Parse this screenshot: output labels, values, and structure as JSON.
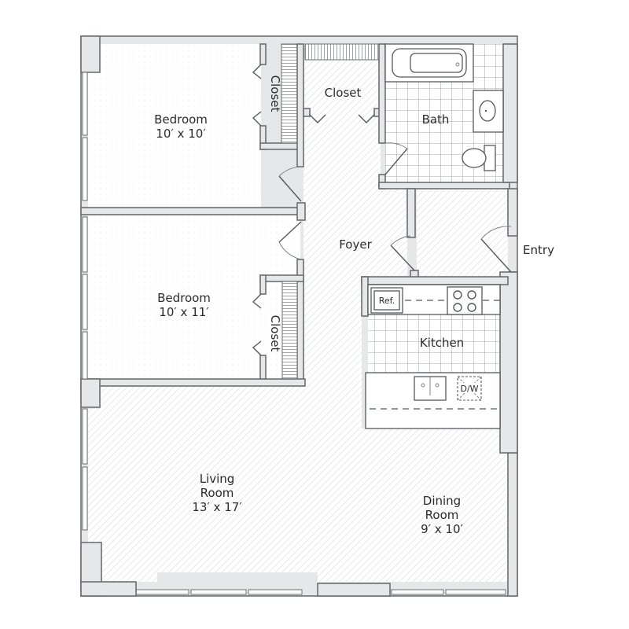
{
  "floor_plan": {
    "rooms": [
      {
        "id": "bedroom-1",
        "name": "Bedroom",
        "size": "10′ x 10′"
      },
      {
        "id": "bedroom-2",
        "name": "Bedroom",
        "size": "10′ x 11′"
      },
      {
        "id": "closet-bedroom-1",
        "name": "Closet"
      },
      {
        "id": "closet-bedroom-2",
        "name": "Closet"
      },
      {
        "id": "closet-hall",
        "name": "Closet"
      },
      {
        "id": "bath",
        "name": "Bath"
      },
      {
        "id": "foyer",
        "name": "Foyer"
      },
      {
        "id": "entry",
        "name": "Entry"
      },
      {
        "id": "kitchen",
        "name": "Kitchen"
      },
      {
        "id": "living-room",
        "name_line1": "Living",
        "name_line2": "Room",
        "size": "13′ x 17′"
      },
      {
        "id": "dining-room",
        "name_line1": "Dining",
        "name_line2": "Room",
        "size": "9′ x 10′"
      }
    ],
    "appliances": {
      "refrigerator": "Ref.",
      "dishwasher": "D/W"
    },
    "colors": {
      "wall_fill": "#e6e7e9",
      "wall_stroke": "#6b6e72",
      "text": "#2b2b2b",
      "hatch": "#d4d5d7"
    }
  }
}
